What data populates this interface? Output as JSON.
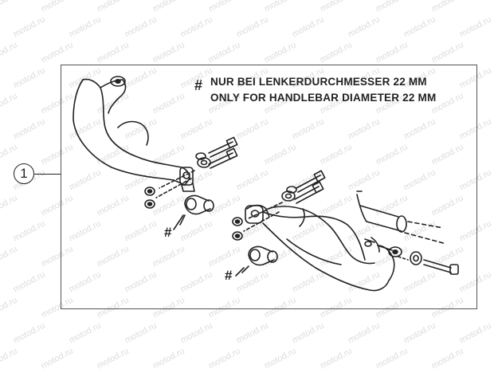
{
  "watermark_text": "motod.ru",
  "callout": {
    "label": "1"
  },
  "note": {
    "symbol": "#",
    "line_de": "NUR BEI LENKERDURCHMESSER 22 MM",
    "line_en": "ONLY FOR HANDLEBAR DIAMETER 22 MM"
  },
  "hash_markers": [
    "#",
    "#"
  ]
}
